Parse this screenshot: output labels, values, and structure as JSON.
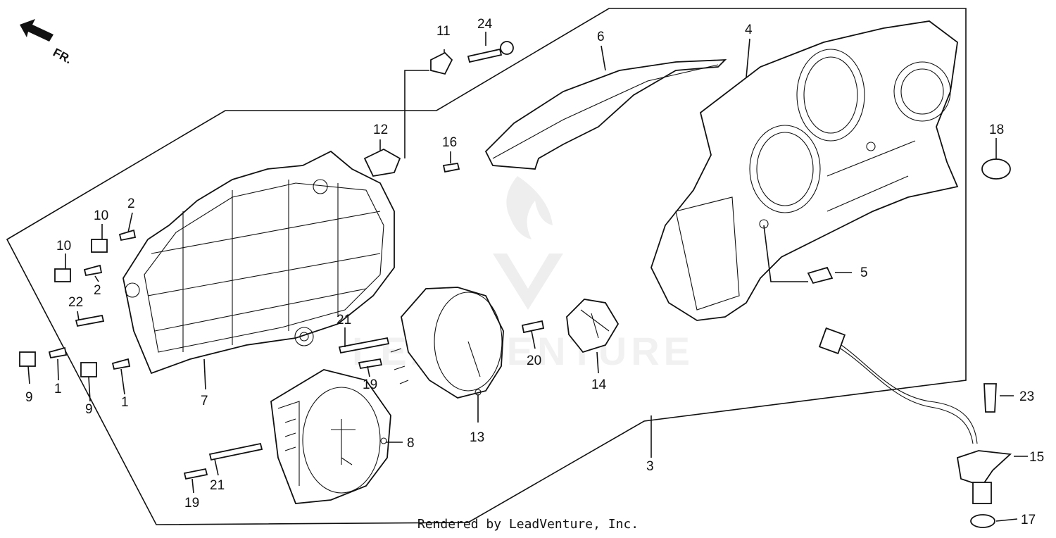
{
  "direction_label": "FR.",
  "watermark": "LEADVENTURE",
  "footer": "Rendered by LeadVenture, Inc.",
  "callouts": {
    "c1a": "1",
    "c1b": "1",
    "c2a": "2",
    "c2b": "2",
    "c3": "3",
    "c4": "4",
    "c5": "5",
    "c6": "6",
    "c7": "7",
    "c8": "8",
    "c9a": "9",
    "c9b": "9",
    "c10a": "10",
    "c10b": "10",
    "c11": "11",
    "c12": "12",
    "c13": "13",
    "c14": "14",
    "c15": "15",
    "c16": "16",
    "c17": "17",
    "c18": "18",
    "c19a": "19",
    "c19b": "19",
    "c20": "20",
    "c21a": "21",
    "c21b": "21",
    "c22": "22",
    "c23": "23",
    "c24": "24"
  }
}
